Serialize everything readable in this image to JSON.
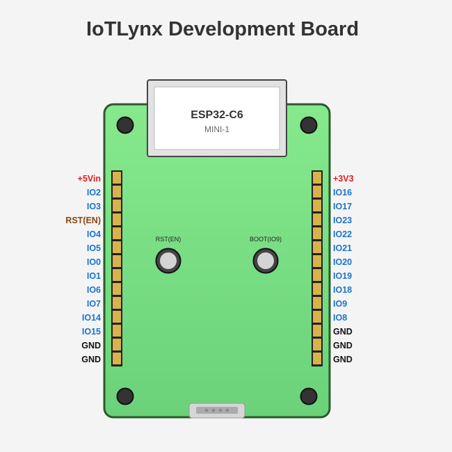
{
  "title": "IoTLynx Development Board",
  "module": {
    "name": "ESP32-C6",
    "subtitle": "MINI-1"
  },
  "buttons": [
    {
      "label": "RST(EN)"
    },
    {
      "label": "BOOT(IO9)"
    }
  ],
  "colors": {
    "power": "#e02020",
    "io": "#1a73d0",
    "reset": "#8b4513",
    "ground": "#111111",
    "board": "#7ee38a",
    "board_border": "#2a5a2a",
    "pin": "#d9b24a"
  },
  "left_pins": [
    {
      "label": "+5Vin",
      "type": "power"
    },
    {
      "label": "IO2",
      "type": "io"
    },
    {
      "label": "IO3",
      "type": "io"
    },
    {
      "label": "RST(EN)",
      "type": "reset"
    },
    {
      "label": "IO4",
      "type": "io"
    },
    {
      "label": "IO5",
      "type": "io"
    },
    {
      "label": "IO0",
      "type": "io"
    },
    {
      "label": "IO1",
      "type": "io"
    },
    {
      "label": "IO6",
      "type": "io"
    },
    {
      "label": "IO7",
      "type": "io"
    },
    {
      "label": "IO14",
      "type": "io"
    },
    {
      "label": "IO15",
      "type": "io"
    },
    {
      "label": "GND",
      "type": "ground"
    },
    {
      "label": "GND",
      "type": "ground"
    }
  ],
  "right_pins": [
    {
      "label": "+3V3",
      "type": "power"
    },
    {
      "label": "IO16",
      "type": "io"
    },
    {
      "label": "IO17",
      "type": "io"
    },
    {
      "label": "IO23",
      "type": "io"
    },
    {
      "label": "IO22",
      "type": "io"
    },
    {
      "label": "IO21",
      "type": "io"
    },
    {
      "label": "IO20",
      "type": "io"
    },
    {
      "label": "IO19",
      "type": "io"
    },
    {
      "label": "IO18",
      "type": "io"
    },
    {
      "label": "IO9",
      "type": "io"
    },
    {
      "label": "IO8",
      "type": "io"
    },
    {
      "label": "GND",
      "type": "ground"
    },
    {
      "label": "GND",
      "type": "ground"
    },
    {
      "label": "GND",
      "type": "ground"
    }
  ]
}
